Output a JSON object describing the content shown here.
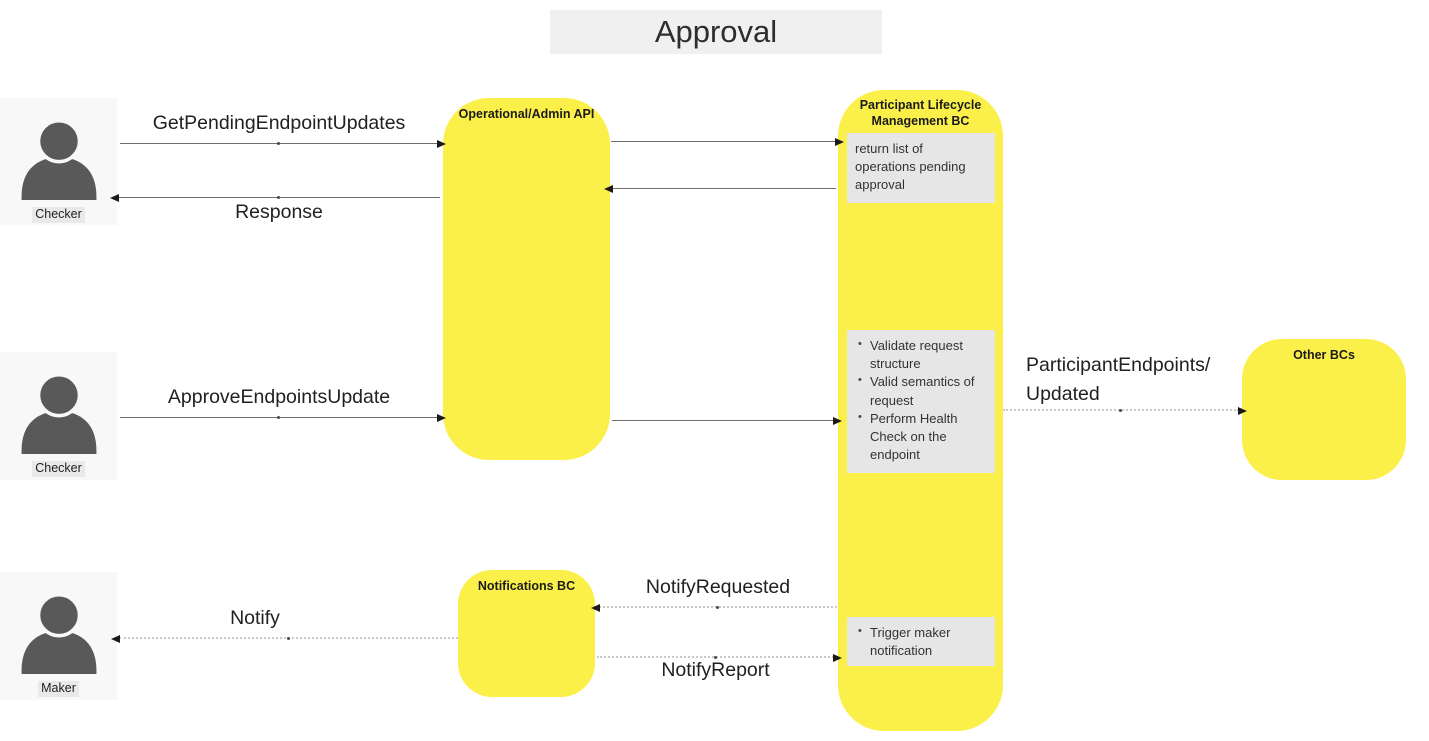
{
  "title": "Approval",
  "colors": {
    "component_fill": "#FBF04A",
    "note_fill": "#e6e6e6",
    "title_fill": "#f0f0f0",
    "actor_fill": "#f8f8f8",
    "actor_silhouette": "#595959",
    "solid_line": "#6f6f6f",
    "dotted_line": "#c9c9c9"
  },
  "actors": {
    "top": "Checker",
    "middle": "Checker",
    "bottom": "Maker"
  },
  "components": {
    "operational_admin_api": "Operational/Admin API",
    "plm_bc": "Participant Lifecycle Management BC",
    "notifications_bc": "Notifications BC",
    "other_bcs": "Other BCs"
  },
  "notes": {
    "return_list": "return list of operations pending approval",
    "validation_bullets": [
      "Validate request structure",
      "Valid semantics of request",
      "Perform Health Check on the endpoint"
    ],
    "trigger_bullets": [
      "Trigger maker notification"
    ]
  },
  "messages": {
    "get_pending": "GetPendingEndpointUpdates",
    "response": "Response",
    "approve": "ApproveEndpointsUpdate",
    "participant_endpoints_line1": "ParticipantEndpoints/",
    "participant_endpoints_line2": "Updated",
    "notify_requested": "NotifyRequested",
    "notify_report": "NotifyReport",
    "notify": "Notify"
  }
}
